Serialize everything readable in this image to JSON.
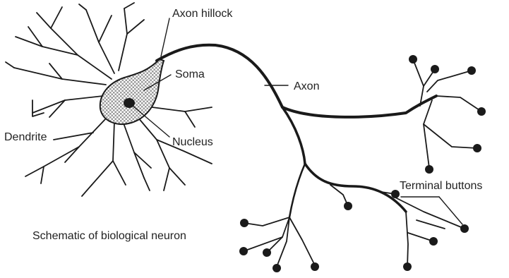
{
  "labels": {
    "axon_hillock": "Axon hillock",
    "soma": "Soma",
    "axon": "Axon",
    "dendrite": "Dendrite",
    "nucleus": "Nucleus",
    "terminal_buttons": "Terminal buttons",
    "caption": "Schematic of biological neuron"
  },
  "colors": {
    "line": "#1a1a1a",
    "soma_fill": "#bdbdbd",
    "text": "#222222"
  }
}
